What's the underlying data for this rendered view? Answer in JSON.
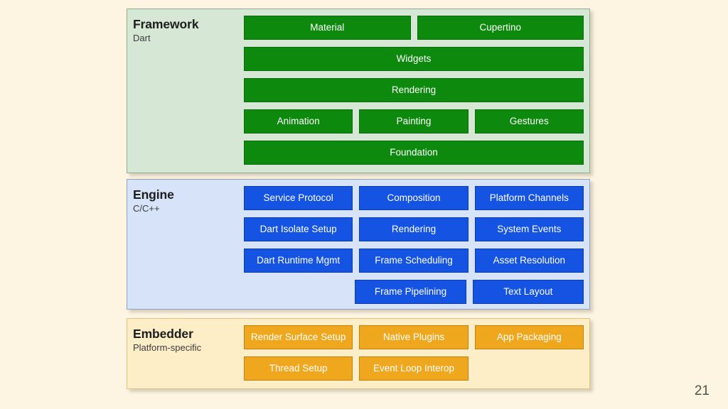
{
  "slide": {
    "page_number": "21",
    "background_color": "#fdf5e2"
  },
  "layers": [
    {
      "id": "framework",
      "title": "Framework",
      "subtitle": "Dart",
      "panel_color": "#d6e8d5",
      "block_color": "#0d8a0d",
      "rows": [
        {
          "blocks": [
            {
              "label": "Material",
              "width": "half"
            },
            {
              "label": "Cupertino",
              "width": "half"
            }
          ]
        },
        {
          "blocks": [
            {
              "label": "Widgets",
              "width": "full"
            }
          ]
        },
        {
          "blocks": [
            {
              "label": "Rendering",
              "width": "full"
            }
          ]
        },
        {
          "blocks": [
            {
              "label": "Animation",
              "width": "third"
            },
            {
              "label": "Painting",
              "width": "third"
            },
            {
              "label": "Gestures",
              "width": "third"
            }
          ]
        },
        {
          "blocks": [
            {
              "label": "Foundation",
              "width": "full"
            }
          ]
        }
      ]
    },
    {
      "id": "engine",
      "title": "Engine",
      "subtitle": "C/C++",
      "panel_color": "#d6e3f8",
      "block_color": "#1554e2",
      "rows": [
        {
          "blocks": [
            {
              "label": "Service Protocol",
              "width": "third"
            },
            {
              "label": "Composition",
              "width": "third"
            },
            {
              "label": "Platform Channels",
              "width": "third"
            }
          ]
        },
        {
          "blocks": [
            {
              "label": "Dart Isolate Setup",
              "width": "third"
            },
            {
              "label": "Rendering",
              "width": "third"
            },
            {
              "label": "System Events",
              "width": "third"
            }
          ]
        },
        {
          "blocks": [
            {
              "label": "Dart Runtime Mgmt",
              "width": "third"
            },
            {
              "label": "Frame Scheduling",
              "width": "third"
            },
            {
              "label": "Asset Resolution",
              "width": "third"
            }
          ]
        },
        {
          "blocks": [
            {
              "label": "",
              "width": "third",
              "spacer": true
            },
            {
              "label": "Frame Pipelining",
              "width": "third"
            },
            {
              "label": "Text Layout",
              "width": "third"
            }
          ]
        }
      ]
    },
    {
      "id": "embedder",
      "title": "Embedder",
      "subtitle": "Platform-specific",
      "panel_color": "#fdeec8",
      "block_color": "#efa81e",
      "rows": [
        {
          "blocks": [
            {
              "label": "Render Surface Setup",
              "width": "third"
            },
            {
              "label": "Native Plugins",
              "width": "third"
            },
            {
              "label": "App Packaging",
              "width": "third"
            }
          ]
        },
        {
          "blocks": [
            {
              "label": "Thread Setup",
              "width": "third"
            },
            {
              "label": "Event Loop Interop",
              "width": "third"
            },
            {
              "label": "",
              "width": "third",
              "spacer": true
            }
          ]
        }
      ]
    }
  ]
}
